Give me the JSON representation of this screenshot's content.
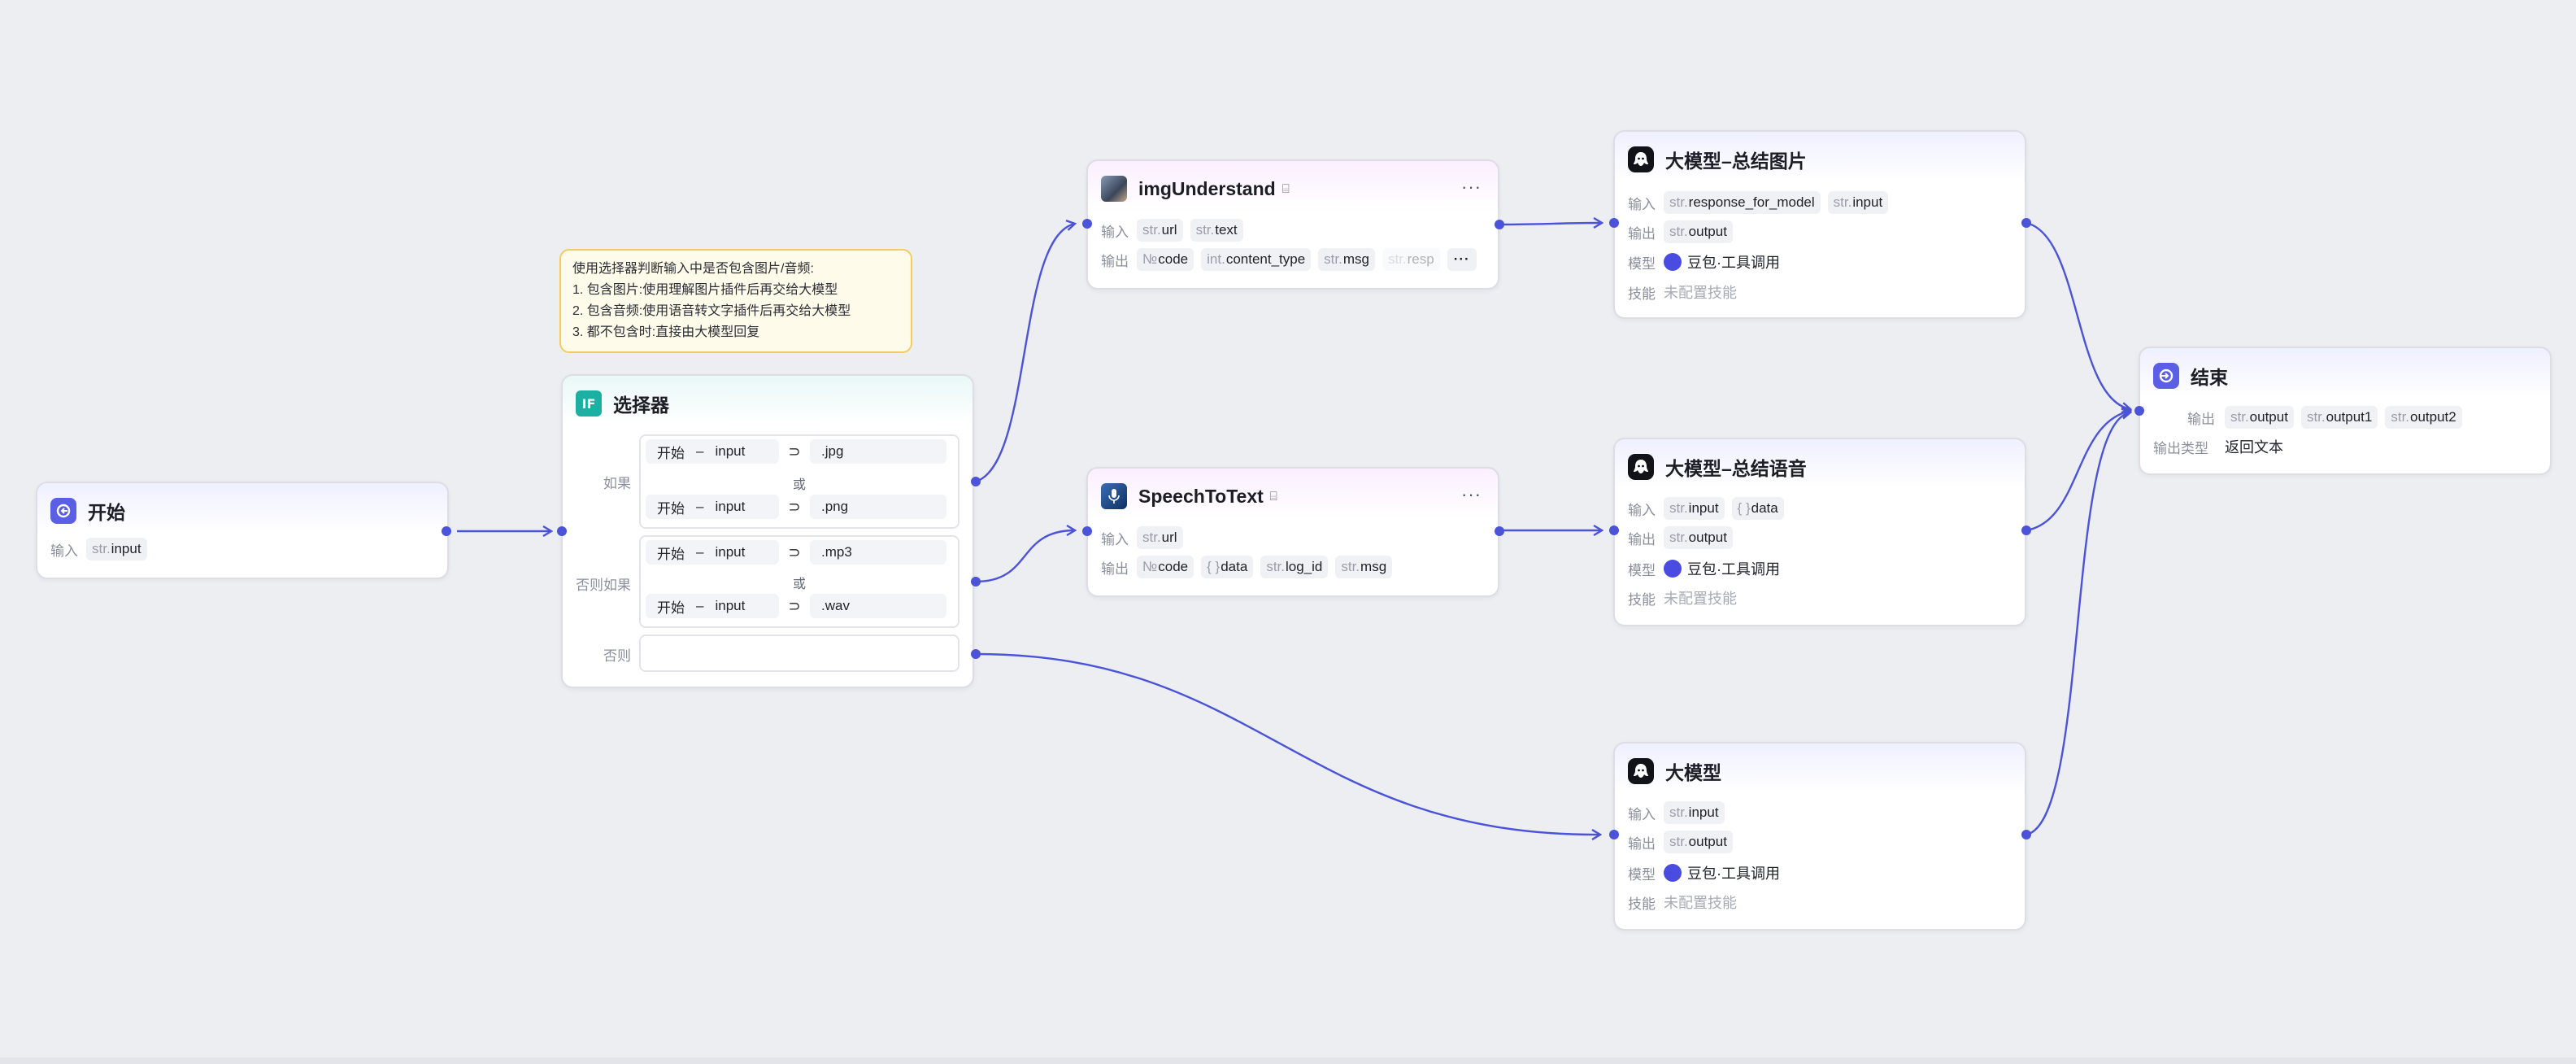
{
  "colors": {
    "accent": "#4b53d8",
    "canvas": "#eceef2",
    "note_border": "#f1cc62",
    "note_bg": "#fffbea"
  },
  "note": {
    "lines": [
      "使用选择器判断输入中是否包含图片/音频:",
      "1. 包含图片:使用理解图片插件后再交给大模型",
      "2. 包含音频:使用语音转文字插件后再交给大模型",
      "3. 都不包含时:直接由大模型回复"
    ]
  },
  "labels": {
    "input": "输入",
    "output": "输出",
    "model": "模型",
    "skills": "技能",
    "output_type": "输出类型"
  },
  "start": {
    "title": "开始",
    "icon": "start-icon",
    "inputs": [
      {
        "type": "str.",
        "name": "input"
      }
    ]
  },
  "selector": {
    "title": "选择器",
    "icon_text": "IF",
    "if_label": "如果",
    "elseif_label": "否则如果",
    "else_label": "否则",
    "or_label": "或",
    "if_conditions": [
      {
        "node": "开始",
        "sep": "–",
        "var": "input",
        "op": "⊃",
        "value": ".jpg"
      },
      {
        "node": "开始",
        "sep": "–",
        "var": "input",
        "op": "⊃",
        "value": ".png"
      }
    ],
    "elseif_conditions": [
      {
        "node": "开始",
        "sep": "–",
        "var": "input",
        "op": "⊃",
        "value": ".mp3"
      },
      {
        "node": "开始",
        "sep": "–",
        "var": "input",
        "op": "⊃",
        "value": ".wav"
      }
    ]
  },
  "img_understand": {
    "title": "imgUnderstand",
    "badge_icon": "plugin-badge-icon",
    "more": "···",
    "inputs": [
      {
        "type": "str.",
        "name": "url"
      },
      {
        "type": "str.",
        "name": "text"
      }
    ],
    "outputs": [
      {
        "type": "№",
        "name": "code"
      },
      {
        "type": "int.",
        "name": "content_type"
      },
      {
        "type": "str.",
        "name": "msg"
      },
      {
        "type": "str.",
        "name": "resp"
      }
    ],
    "outputs_more": "···"
  },
  "speech_to_text": {
    "title": "SpeechToText",
    "badge_icon": "plugin-badge-icon",
    "more": "···",
    "inputs": [
      {
        "type": "str.",
        "name": "url"
      }
    ],
    "outputs": [
      {
        "type": "№",
        "name": "code"
      },
      {
        "type": "{ }",
        "name": "data"
      },
      {
        "type": "str.",
        "name": "log_id"
      },
      {
        "type": "str.",
        "name": "msg"
      }
    ]
  },
  "llm_image": {
    "title": "大模型–总结图片",
    "inputs": [
      {
        "type": "str.",
        "name": "response_for_model"
      },
      {
        "type": "str.",
        "name": "input"
      }
    ],
    "outputs": [
      {
        "type": "str.",
        "name": "output"
      }
    ],
    "model": "豆包·工具调用",
    "skills": "未配置技能"
  },
  "llm_speech": {
    "title": "大模型–总结语音",
    "inputs": [
      {
        "type": "str.",
        "name": "input"
      },
      {
        "type": "{ }",
        "name": "data"
      }
    ],
    "outputs": [
      {
        "type": "str.",
        "name": "output"
      }
    ],
    "model": "豆包·工具调用",
    "skills": "未配置技能"
  },
  "llm_plain": {
    "title": "大模型",
    "inputs": [
      {
        "type": "str.",
        "name": "input"
      }
    ],
    "outputs": [
      {
        "type": "str.",
        "name": "output"
      }
    ],
    "model": "豆包·工具调用",
    "skills": "未配置技能"
  },
  "end": {
    "title": "结束",
    "outputs": [
      {
        "type": "str.",
        "name": "output"
      },
      {
        "type": "str.",
        "name": "output1"
      },
      {
        "type": "str.",
        "name": "output2"
      }
    ],
    "output_type": "返回文本"
  }
}
